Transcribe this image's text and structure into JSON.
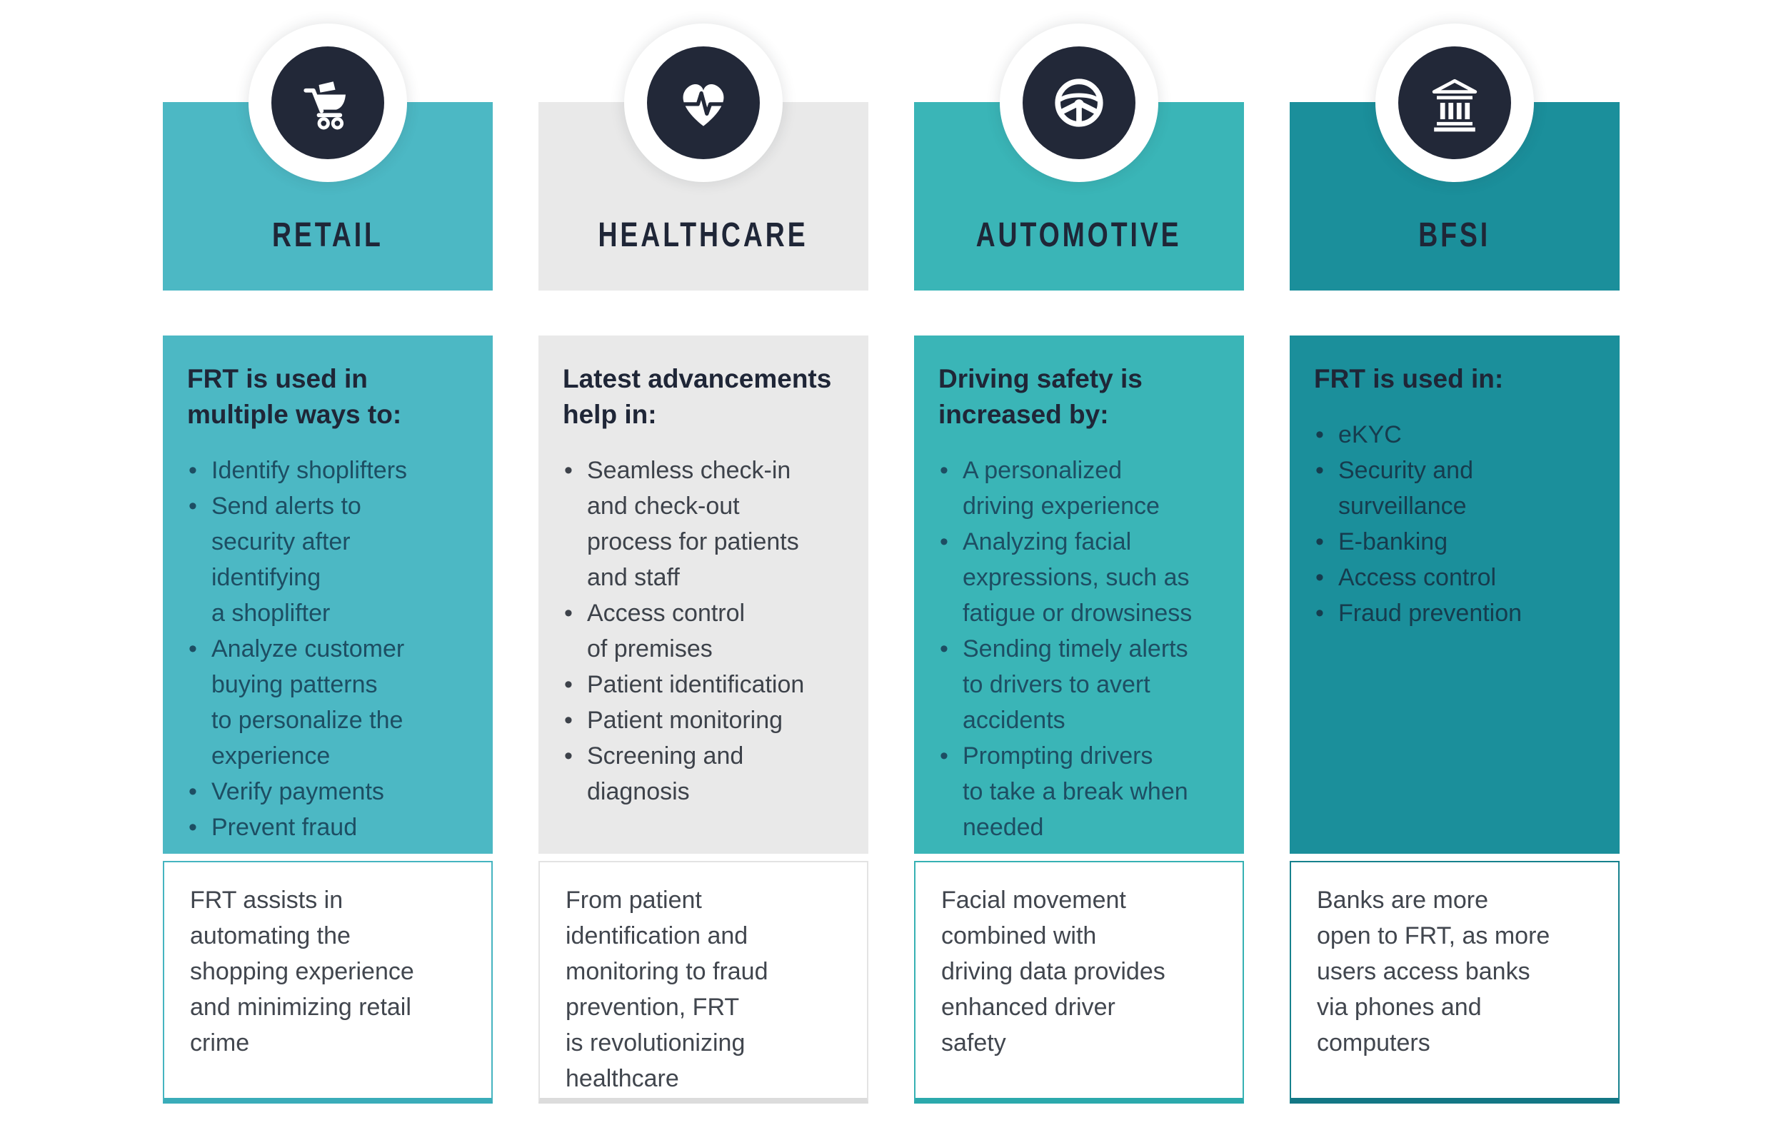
{
  "page": {
    "background": "#ffffff",
    "icon_circle_color": "#222838",
    "heading_text_color": "#1f2637"
  },
  "columns": [
    {
      "id": "retail",
      "title": "RETAIL",
      "icon": "shopping-cart-icon",
      "accent_color": "#4cb8c4",
      "heading": "FRT is used in\nmultiple ways to:",
      "bullets": [
        "Identify shoplifters",
        "Send alerts to\nsecurity after\nidentifying\na shoplifter",
        "Analyze customer\nbuying patterns\nto personalize the\nexperience",
        "Verify payments",
        "Prevent fraud"
      ],
      "footer": "FRT assists in\nautomating the\nshopping experience\nand minimizing retail\ncrime"
    },
    {
      "id": "healthcare",
      "title": "HEALTHCARE",
      "icon": "heartbeat-icon",
      "accent_color": "#e9e9e9",
      "heading": "Latest advancements\nhelp in:",
      "bullets": [
        "Seamless check-in\nand check-out\nprocess for patients\nand staff",
        "Access control\nof premises",
        "Patient identification",
        "Patient monitoring",
        "Screening and\ndiagnosis"
      ],
      "footer": "From patient\nidentification and\nmonitoring to fraud\nprevention, FRT\nis revolutionizing\nhealthcare"
    },
    {
      "id": "automotive",
      "title": "AUTOMOTIVE",
      "icon": "steering-wheel-icon",
      "accent_color": "#3ab5b7",
      "heading": "Driving safety is\nincreased by:",
      "bullets": [
        "A personalized\ndriving experience",
        "Analyzing facial\nexpressions, such as\nfatigue or drowsiness",
        "Sending timely alerts\nto drivers to avert\naccidents",
        "Prompting drivers\nto take a break when\nneeded"
      ],
      "footer": "Facial movement\ncombined with\ndriving data provides\nenhanced driver\nsafety"
    },
    {
      "id": "bfsi",
      "title": "BFSI",
      "icon": "bank-icon",
      "accent_color": "#1b8f9b",
      "heading": "FRT is used in:",
      "bullets": [
        "eKYC",
        "Security and\nsurveillance",
        "E-banking",
        "Access control",
        "Fraud prevention"
      ],
      "footer": "Banks are more\nopen to FRT, as more\nusers access banks\nvia phones and\ncomputers"
    }
  ]
}
